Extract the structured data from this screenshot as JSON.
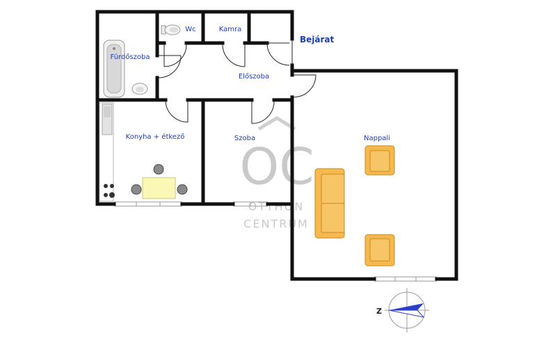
{
  "rooms": {
    "bathroom": "Fürdőszoba",
    "wc": "Wc",
    "pantry": "Kamra",
    "hall": "Előszoba",
    "kitchen": "Konyha + étkező",
    "bedroom": "Szoba",
    "living": "Nappali"
  },
  "entrance": "Bejárat",
  "watermark": {
    "logo": "OC",
    "line1": "OTTHON",
    "line2": "CENTRUM"
  },
  "compass": {
    "letter": "Z"
  },
  "colors": {
    "wall": "#111111",
    "label": "#1f3bb3",
    "furniture": "#f5b94e",
    "table": "#fbf7b4",
    "watermark": "#c9c9c9",
    "compass_needle": "#2b3fc9"
  }
}
